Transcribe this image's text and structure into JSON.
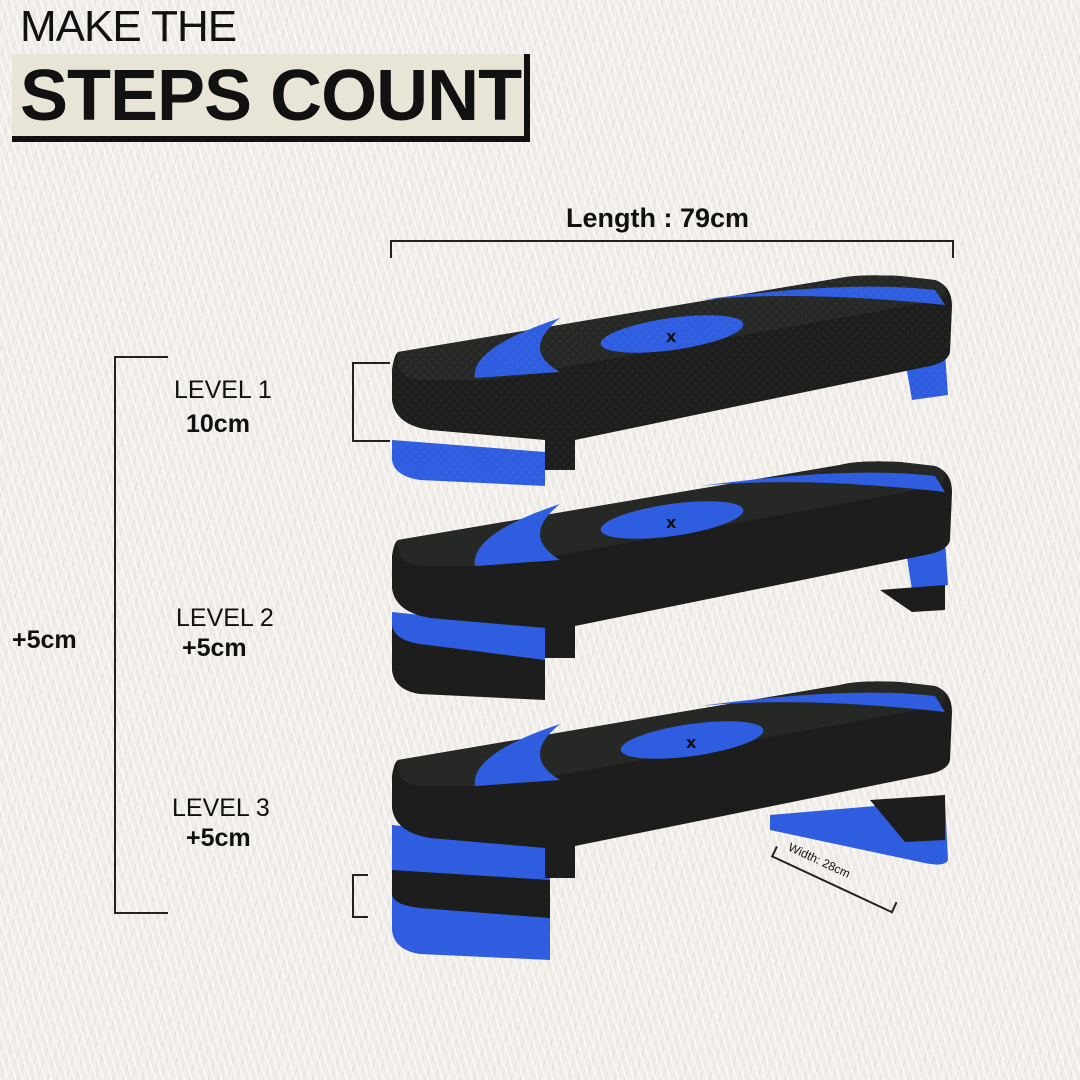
{
  "header": {
    "line1": "MAKE THE",
    "line2": "STEPS COUNT"
  },
  "dimensions": {
    "length_label": "Length : 79cm",
    "width_label": "Width: 28cm",
    "total_increment_label": "+5cm"
  },
  "levels": [
    {
      "label": "LEVEL 1",
      "value": "10cm"
    },
    {
      "label": "LEVEL 2",
      "value": "+5cm"
    },
    {
      "label": "LEVEL 3",
      "value": "+5cm"
    }
  ],
  "colors": {
    "background": "#efebe6",
    "title_box": "#e8e4d6",
    "stepper_black": "#1c1d1c",
    "stepper_blue": "#2f5de0",
    "text": "#111111"
  }
}
